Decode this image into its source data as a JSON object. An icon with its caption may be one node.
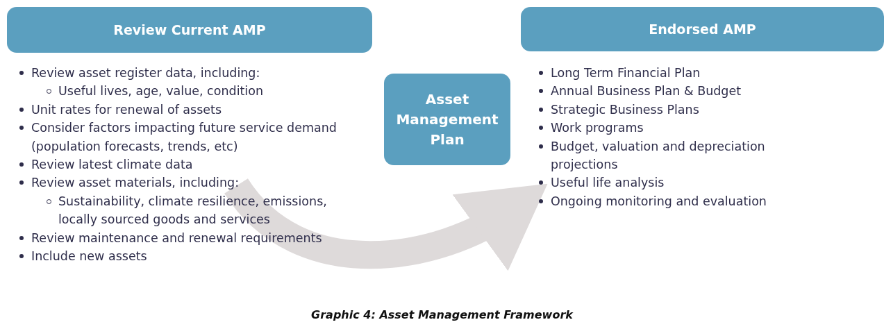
{
  "diagram": {
    "caption": "Graphic 4: Asset Management Framework",
    "nodes": [
      {
        "text": [
          "Review Current AMP"
        ],
        "beside": [
          "Review asset register data, including:",
          "Useful lives, age, value, condition",
          "Unit rates for renewal of assets",
          "Consider factors impacting future service demand (population forecasts, trends, etc)",
          "Review latest climate data",
          "Review asset materials, including:",
          "Sustainability, climate resilience, emissions, locally sourced goods and services",
          "Review maintenance and renewal requirements",
          "Include new assets"
        ]
      },
      {
        "text": [
          "Asset Management Plan"
        ]
      },
      {
        "text": [
          "Endorsed AMP"
        ],
        "beside": [
          "Long Term Financial Plan",
          "Annual Business Plan & Budget",
          "Strategic Business Plans",
          "Work programs",
          "Budget, valuation and depreciation projections",
          "Useful life analysis",
          "Ongoing monitoring and evaluation"
        ]
      }
    ],
    "edges": [
      {
        "from": 0,
        "to": 2,
        "arrow": "to"
      }
    ]
  }
}
